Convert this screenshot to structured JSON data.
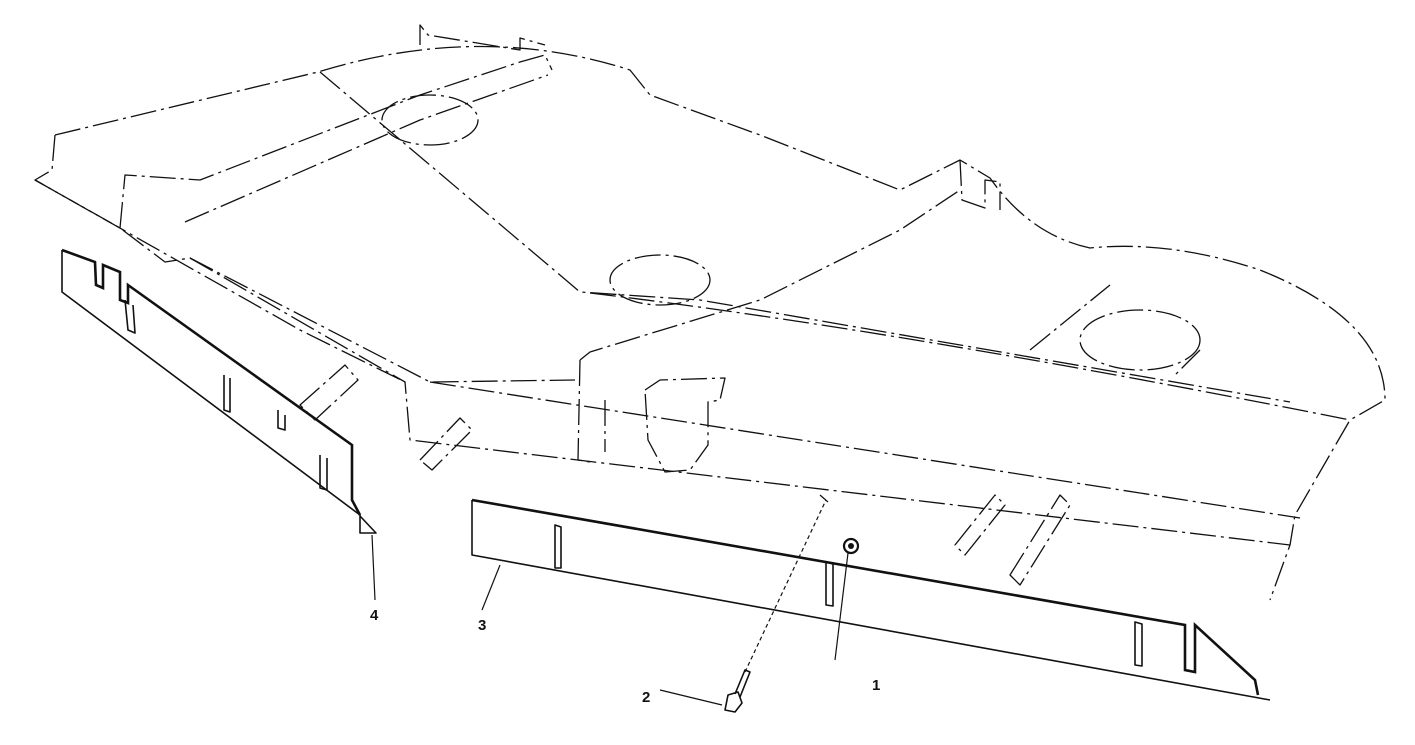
{
  "callouts": {
    "c1": "1",
    "c2": "2",
    "c3": "3",
    "c4": "4"
  },
  "style": {
    "line_color": "#111111",
    "background": "#ffffff"
  }
}
